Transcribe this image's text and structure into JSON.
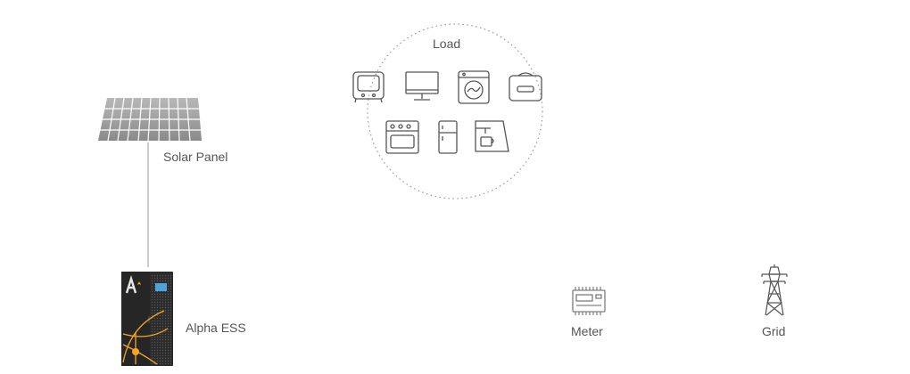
{
  "diagram": {
    "solar_panel": {
      "label": "Solar Panel"
    },
    "ess": {
      "label": "Alpha ESS",
      "logo_text": "A"
    },
    "load": {
      "label": "Load",
      "appliances": [
        {
          "name": "tv",
          "icon": "tv-icon"
        },
        {
          "name": "monitor",
          "icon": "monitor-icon"
        },
        {
          "name": "washing-machine",
          "icon": "washing-machine-icon"
        },
        {
          "name": "microwave",
          "icon": "microwave-icon"
        },
        {
          "name": "oven",
          "icon": "oven-icon"
        },
        {
          "name": "fridge",
          "icon": "fridge-icon"
        },
        {
          "name": "coffee-machine",
          "icon": "coffee-machine-icon"
        }
      ]
    },
    "meter": {
      "label": "Meter"
    },
    "grid": {
      "label": "Grid"
    }
  },
  "colors": {
    "line": "#cccccc",
    "icon_stroke": "#555555",
    "ess_body": "#2b2b2b",
    "ess_accent": "#f5a623",
    "ess_screen": "#4ea3d8"
  }
}
